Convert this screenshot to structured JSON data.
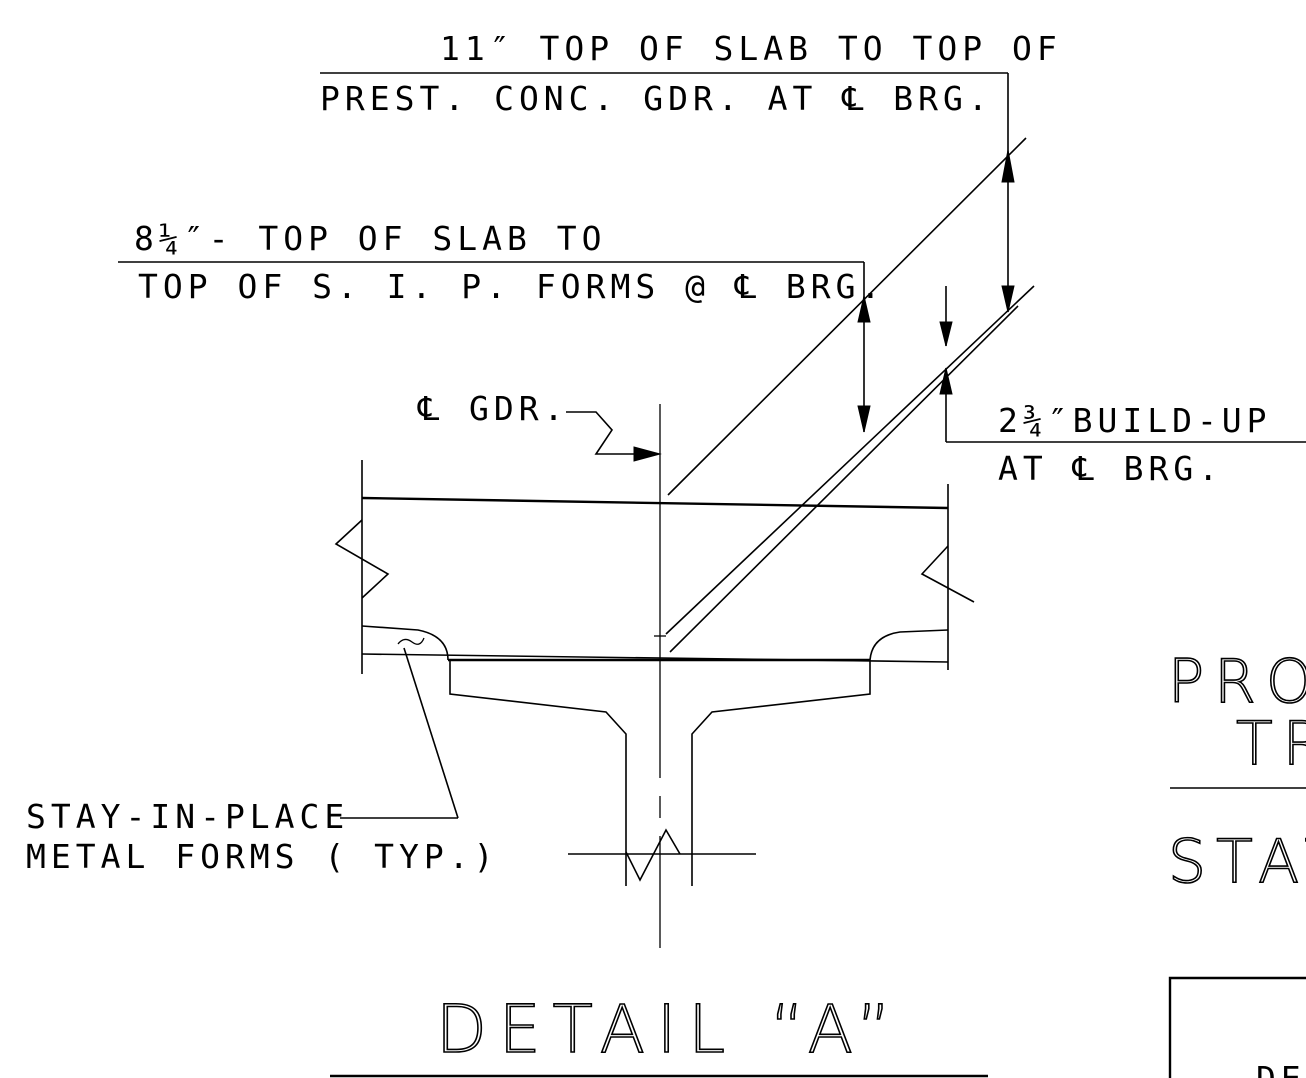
{
  "detail": {
    "title": "DETAIL “A”"
  },
  "callouts": {
    "top_slab_to_gdr_line1": "11″ TOP OF SLAB TO TOP OF",
    "top_slab_to_gdr_line2": "PREST. CONC. GDR. AT ℄ BRG.",
    "top_slab_to_sip_line1": "8¼″- TOP OF SLAB TO",
    "top_slab_to_sip_line2": "TOP OF S. I. P. FORMS @ ℄ BRG.",
    "centerline_gdr": "℄ GDR.",
    "buildup_line1": "2¾″BUILD-UP",
    "buildup_line2": "AT ℄ BRG.",
    "stay_in_place_line1": "STAY-IN-PLACE",
    "stay_in_place_line2": "METAL FORMS ( TYP.)"
  },
  "title_block": {
    "proj_partial": "PROJ",
    "tr_partial": "TR",
    "stat_partial": "STAT",
    "de_partial": "DE"
  },
  "colors": {
    "ink": "#000000",
    "paper": "#ffffff"
  }
}
